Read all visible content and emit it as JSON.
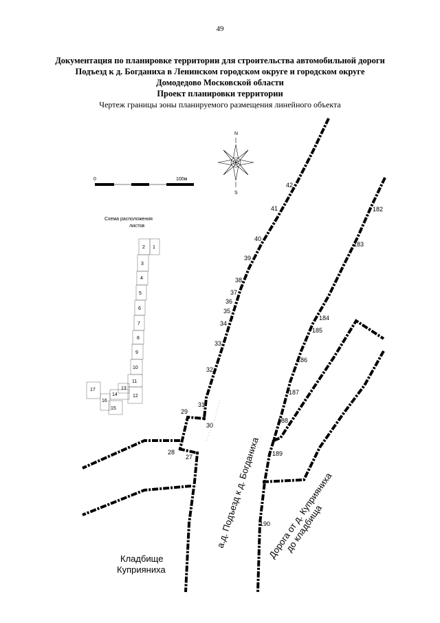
{
  "page_number": "49",
  "header": {
    "line1": "Документация по планировке территории для строительства автомобильной дороги",
    "line2": "Подъезд к д. Богданиха в Ленинском городском округе и городском округе",
    "line3": "Домодедово Московской области",
    "line4": "Проект планировки территории",
    "line5": "Чертеж границы зоны планируемого размещения линейного объекта"
  },
  "compass": {
    "north": "N",
    "south": "S"
  },
  "scale": {
    "start": "0",
    "end": "100м"
  },
  "sheet_scheme": {
    "title_line1": "Схема расположения",
    "title_line2": "листов",
    "sheets": [
      "1",
      "2",
      "3",
      "4",
      "5",
      "6",
      "7",
      "8",
      "9",
      "10",
      "11",
      "12",
      "13",
      "14",
      "15",
      "16",
      "17"
    ]
  },
  "points_left": [
    "27",
    "28",
    "29",
    "30",
    "31",
    "32",
    "33",
    "34",
    "35",
    "36",
    "37",
    "38",
    "39",
    "40",
    "41",
    "42"
  ],
  "points_right": [
    "182",
    "183",
    "184",
    "185",
    "186",
    "187",
    "188",
    "189",
    "190"
  ],
  "labels": {
    "road_main": "а.д. Подъезд к д. Богданиха",
    "road_kupr_line1": "Дорога от д. Куприяниха",
    "road_kupr_line2": "до кладбища",
    "cemetery_line1": "Кладбище",
    "cemetery_line2": "Куприяниха"
  }
}
